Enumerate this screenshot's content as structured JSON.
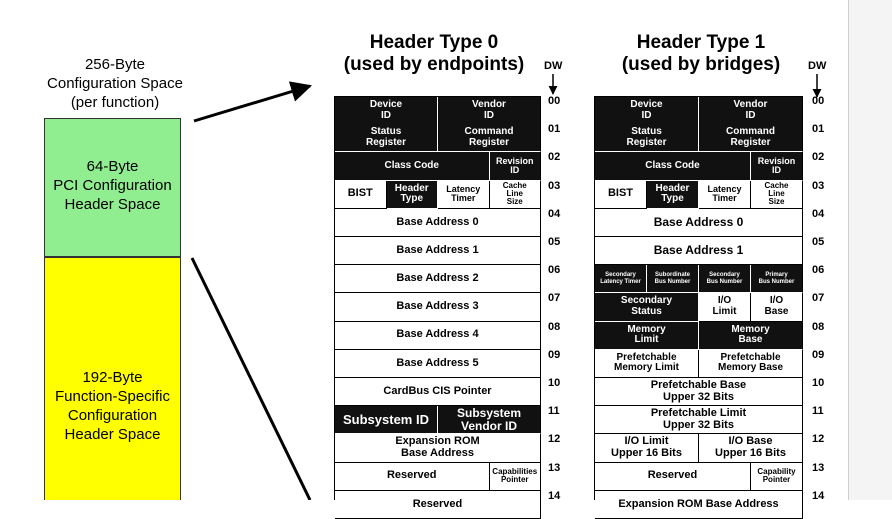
{
  "left": {
    "title": [
      "256-Byte",
      "Configuration Space",
      "(per function)"
    ],
    "green": [
      "64-Byte",
      "PCI Configuration",
      "Header Space"
    ],
    "yellow": [
      "192-Byte",
      "Function-Specific",
      "Configuration",
      "Header Space"
    ]
  },
  "type0": {
    "title": [
      "Header Type 0",
      "(used by endpoints)"
    ],
    "dw": "DW",
    "rows": [
      {
        "n": "00",
        "cells": [
          {
            "t": [
              "Device",
              "ID"
            ],
            "w": 2,
            "d": true,
            "f": 10
          },
          {
            "t": [
              "Vendor",
              "ID"
            ],
            "w": 2,
            "d": true,
            "f": 10
          }
        ]
      },
      {
        "n": "01",
        "cells": [
          {
            "t": [
              "Status",
              "Register"
            ],
            "w": 2,
            "d": true,
            "f": 10
          },
          {
            "t": [
              "Command",
              "Register"
            ],
            "w": 2,
            "d": true,
            "f": 10
          }
        ]
      },
      {
        "n": "02",
        "cells": [
          {
            "t": [
              "Class Code"
            ],
            "w": 3,
            "d": true,
            "f": 10
          },
          {
            "t": [
              "Revision",
              "ID"
            ],
            "w": 1,
            "d": true,
            "f": 9
          }
        ]
      },
      {
        "n": "03",
        "cells": [
          {
            "t": [
              "BIST"
            ],
            "w": 1,
            "d": false,
            "f": 11
          },
          {
            "t": [
              "Header",
              "Type"
            ],
            "w": 1,
            "d": true,
            "f": 10
          },
          {
            "t": [
              "Latency",
              "Timer"
            ],
            "w": 1,
            "d": false,
            "f": 9
          },
          {
            "t": [
              "Cache",
              "Line",
              "Size"
            ],
            "w": 1,
            "d": false,
            "f": 8
          }
        ]
      },
      {
        "n": "04",
        "cells": [
          {
            "t": [
              "Base Address 0"
            ],
            "w": 4,
            "d": false,
            "f": 11
          }
        ]
      },
      {
        "n": "05",
        "cells": [
          {
            "t": [
              "Base Address 1"
            ],
            "w": 4,
            "d": false,
            "f": 11
          }
        ]
      },
      {
        "n": "06",
        "cells": [
          {
            "t": [
              "Base Address 2"
            ],
            "w": 4,
            "d": false,
            "f": 11
          }
        ]
      },
      {
        "n": "07",
        "cells": [
          {
            "t": [
              "Base Address 3"
            ],
            "w": 4,
            "d": false,
            "f": 11
          }
        ]
      },
      {
        "n": "08",
        "cells": [
          {
            "t": [
              "Base Address 4"
            ],
            "w": 4,
            "d": false,
            "f": 11
          }
        ]
      },
      {
        "n": "09",
        "cells": [
          {
            "t": [
              "Base Address 5"
            ],
            "w": 4,
            "d": false,
            "f": 11
          }
        ]
      },
      {
        "n": "10",
        "cells": [
          {
            "t": [
              "CardBus CIS Pointer"
            ],
            "w": 4,
            "d": false,
            "f": 11
          }
        ]
      },
      {
        "n": "11",
        "cells": [
          {
            "t": [
              "Subsystem ID"
            ],
            "w": 2,
            "d": true,
            "f": 13
          },
          {
            "t": [
              "Subsystem",
              "Vendor ID"
            ],
            "w": 2,
            "d": true,
            "f": 12
          }
        ]
      },
      {
        "n": "12",
        "cells": [
          {
            "t": [
              "Expansion ROM",
              "Base Address"
            ],
            "w": 4,
            "d": false,
            "f": 11
          }
        ]
      },
      {
        "n": "13",
        "cells": [
          {
            "t": [
              "Reserved"
            ],
            "w": 3,
            "d": false,
            "f": 11
          },
          {
            "t": [
              "Capabilities",
              "Pointer"
            ],
            "w": 1,
            "d": false,
            "f": 8
          }
        ]
      },
      {
        "n": "14",
        "cells": [
          {
            "t": [
              "Reserved"
            ],
            "w": 4,
            "d": false,
            "f": 11
          }
        ]
      }
    ]
  },
  "type1": {
    "title": [
      "Header Type 1",
      "(used by bridges)"
    ],
    "dw": "DW",
    "rows": [
      {
        "n": "00",
        "cells": [
          {
            "t": [
              "Device",
              "ID"
            ],
            "w": 2,
            "d": true,
            "f": 10
          },
          {
            "t": [
              "Vendor",
              "ID"
            ],
            "w": 2,
            "d": true,
            "f": 10
          }
        ]
      },
      {
        "n": "01",
        "cells": [
          {
            "t": [
              "Status",
              "Register"
            ],
            "w": 2,
            "d": true,
            "f": 10
          },
          {
            "t": [
              "Command",
              "Register"
            ],
            "w": 2,
            "d": true,
            "f": 10
          }
        ]
      },
      {
        "n": "02",
        "cells": [
          {
            "t": [
              "Class Code"
            ],
            "w": 3,
            "d": true,
            "f": 10
          },
          {
            "t": [
              "Revision",
              "ID"
            ],
            "w": 1,
            "d": true,
            "f": 9
          }
        ]
      },
      {
        "n": "03",
        "cells": [
          {
            "t": [
              "BIST"
            ],
            "w": 1,
            "d": false,
            "f": 11
          },
          {
            "t": [
              "Header",
              "Type"
            ],
            "w": 1,
            "d": true,
            "f": 10
          },
          {
            "t": [
              "Latency",
              "Timer"
            ],
            "w": 1,
            "d": false,
            "f": 9
          },
          {
            "t": [
              "Cache",
              "Line",
              "Size"
            ],
            "w": 1,
            "d": false,
            "f": 8
          }
        ]
      },
      {
        "n": "04",
        "cells": [
          {
            "t": [
              "Base Address 0"
            ],
            "w": 4,
            "d": false,
            "f": 12
          }
        ]
      },
      {
        "n": "05",
        "cells": [
          {
            "t": [
              "Base Address 1"
            ],
            "w": 4,
            "d": false,
            "f": 12
          }
        ]
      },
      {
        "n": "06",
        "cells": [
          {
            "t": [
              "Secondary",
              "Latency Timer"
            ],
            "w": 1,
            "d": true,
            "f": 6
          },
          {
            "t": [
              "Subordinate",
              "Bus Number"
            ],
            "w": 1,
            "d": true,
            "f": 6
          },
          {
            "t": [
              "Secondary",
              "Bus Number"
            ],
            "w": 1,
            "d": true,
            "f": 6
          },
          {
            "t": [
              "Primary",
              "Bus Number"
            ],
            "w": 1,
            "d": true,
            "f": 6
          }
        ]
      },
      {
        "n": "07",
        "cells": [
          {
            "t": [
              "Secondary",
              "Status"
            ],
            "w": 2,
            "d": true,
            "f": 10
          },
          {
            "t": [
              "I/O",
              "Limit"
            ],
            "w": 1,
            "d": false,
            "f": 10
          },
          {
            "t": [
              "I/O",
              "Base"
            ],
            "w": 1,
            "d": false,
            "f": 10
          }
        ]
      },
      {
        "n": "08",
        "cells": [
          {
            "t": [
              "Memory",
              "Limit"
            ],
            "w": 2,
            "d": true,
            "f": 10
          },
          {
            "t": [
              "Memory",
              "Base"
            ],
            "w": 2,
            "d": true,
            "f": 10
          }
        ]
      },
      {
        "n": "09",
        "cells": [
          {
            "t": [
              "Prefetchable",
              "Memory Limit"
            ],
            "w": 2,
            "d": false,
            "f": 10
          },
          {
            "t": [
              "Prefetchable",
              "Memory Base"
            ],
            "w": 2,
            "d": false,
            "f": 10
          }
        ]
      },
      {
        "n": "10",
        "cells": [
          {
            "t": [
              "Prefetchable Base",
              "Upper 32 Bits"
            ],
            "w": 4,
            "d": false,
            "f": 11
          }
        ]
      },
      {
        "n": "11",
        "cells": [
          {
            "t": [
              "Prefetchable Limit",
              "Upper 32 Bits"
            ],
            "w": 4,
            "d": false,
            "f": 11
          }
        ]
      },
      {
        "n": "12",
        "cells": [
          {
            "t": [
              "I/O Limit",
              "Upper 16 Bits"
            ],
            "w": 2,
            "d": false,
            "f": 11
          },
          {
            "t": [
              "I/O Base",
              "Upper 16 Bits"
            ],
            "w": 2,
            "d": false,
            "f": 11
          }
        ]
      },
      {
        "n": "13",
        "cells": [
          {
            "t": [
              "Reserved"
            ],
            "w": 3,
            "d": false,
            "f": 11
          },
          {
            "t": [
              "Capability",
              "Pointer"
            ],
            "w": 1,
            "d": false,
            "f": 8
          }
        ]
      },
      {
        "n": "14",
        "cells": [
          {
            "t": [
              "Expansion ROM Base Address"
            ],
            "w": 4,
            "d": false,
            "f": 11
          }
        ]
      }
    ]
  }
}
